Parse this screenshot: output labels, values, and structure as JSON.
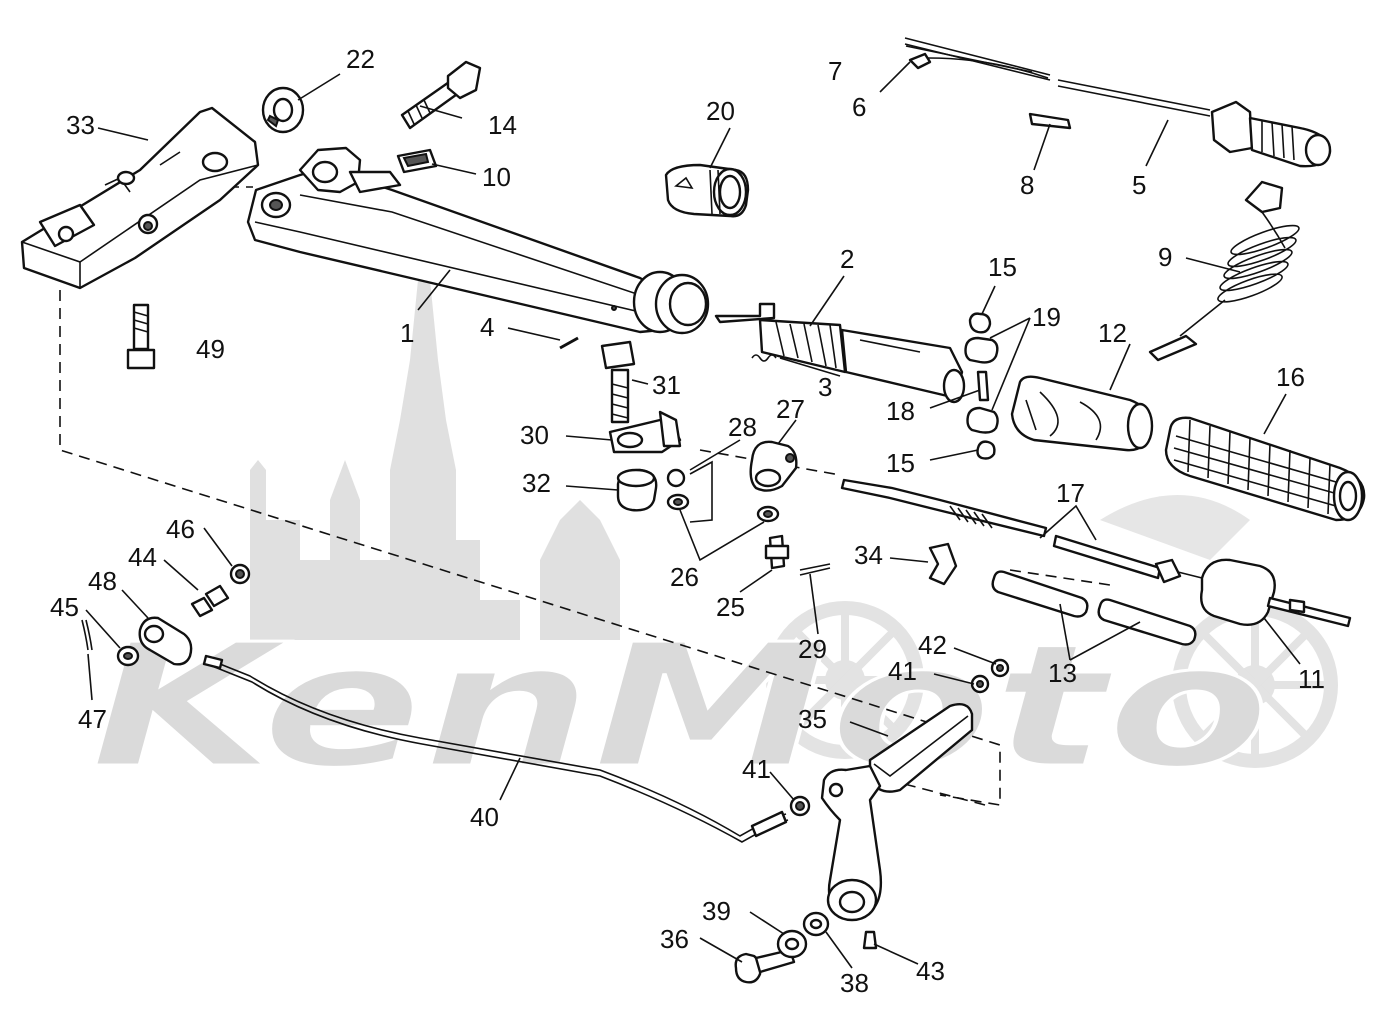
{
  "watermark": {
    "text": "KenMoto",
    "color": "#d9d9d9"
  },
  "callouts": [
    "1",
    "2",
    "3",
    "4",
    "5",
    "6",
    "7",
    "8",
    "9",
    "10",
    "11",
    "12",
    "13",
    "14",
    "15",
    "15",
    "16",
    "17",
    "18",
    "19",
    "20",
    "22",
    "25",
    "26",
    "27",
    "28",
    "29",
    "30",
    "31",
    "32",
    "33",
    "34",
    "35",
    "36",
    "38",
    "39",
    "40",
    "41",
    "41",
    "41",
    "42",
    "43",
    "44",
    "45",
    "46",
    "47",
    "48",
    "49"
  ]
}
